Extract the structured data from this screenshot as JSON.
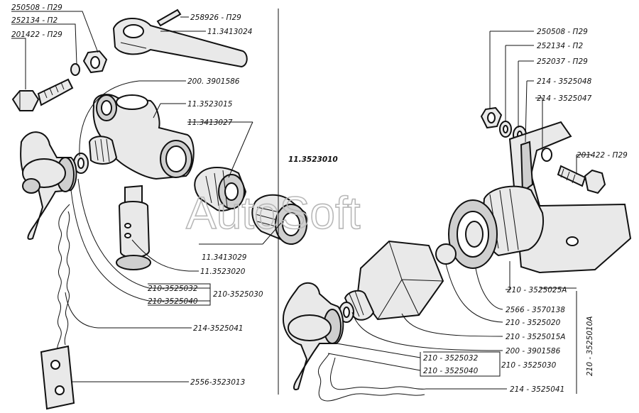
{
  "watermark": "AutoSoft",
  "labels": {
    "l250508_a": "250508 - П29",
    "l252134_a": "252134 - П2",
    "l201422_a": "201422 - П29",
    "l258926": "258926 - П29",
    "l11_3413024": "11.3413024",
    "l200_3901586_a": "200. 3901586",
    "l11_3523015": "11.3523015",
    "l11_3413027": "11.3413027",
    "l11_3523010": "11.3523010",
    "l11_3413029": "11.3413029",
    "l11_3523020": "11.3523020",
    "l210_3525032_a": "210-3525032",
    "l210_3525040_a": "210-3525040",
    "l210_3525030_a": "210-3525030",
    "l214_3525041_a": "214-3525041",
    "l2556_3523013": "2556-3523013",
    "l250508_b": "250508 - П29",
    "l252134_b": "252134 - П2",
    "l252037": "252037 - П29",
    "l214_3525048": "214 - 3525048",
    "l214_3525047": "214 - 3525047",
    "l201422_b": "201422 - П29",
    "l210_3525025A": "210 - 3525025А",
    "l2566_3570138": "2566 - 3570138",
    "l210_3525020": "210 - 3525020",
    "l210_3525015A": "210 - 3525015А",
    "l200_3901586_b": "200 - 3901586",
    "l210_3525032_b": "210 - 3525032",
    "l210_3525040_b": "210 - 3525040",
    "l210_3525030_b": "210 - 3525030",
    "l214_3525041_b": "214 - 3525041",
    "l210_3525010A": "210 - 3525010А"
  }
}
